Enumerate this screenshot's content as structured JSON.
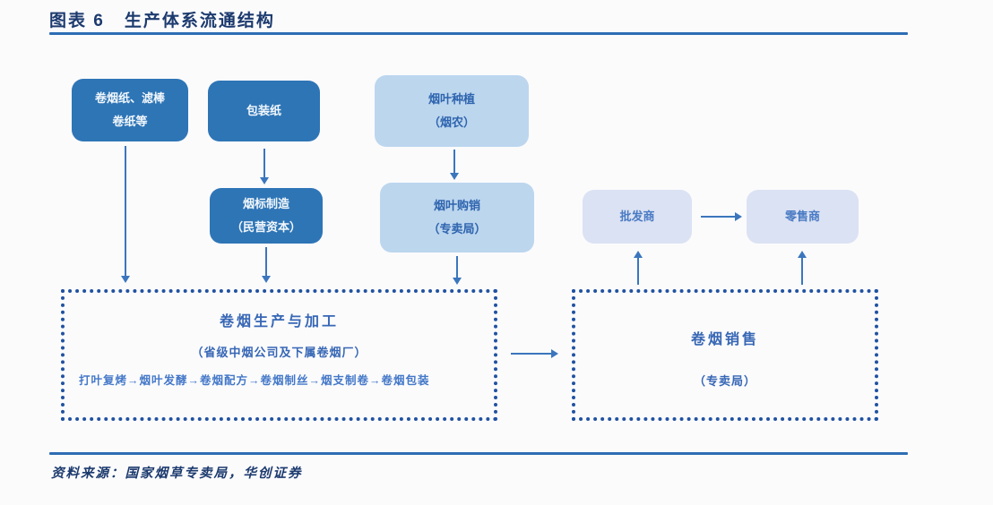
{
  "header": {
    "tag": "图表 6",
    "title": "生产体系流通结构"
  },
  "nodes": {
    "materials": {
      "line1": "卷烟纸、滤棒",
      "line2": "卷纸等"
    },
    "packaging": {
      "label": "包装纸"
    },
    "planting": {
      "line1": "烟叶种植",
      "line2": "（烟农）"
    },
    "label_mfg": {
      "line1": "烟标制造",
      "line2": "（民营资本）"
    },
    "leaf_trade": {
      "line1": "烟叶购销",
      "line2": "（专卖局）"
    },
    "wholesaler": {
      "label": "批发商"
    },
    "retailer": {
      "label": "零售商"
    },
    "production": {
      "title": "卷烟生产与加工",
      "subtitle": "（省级中烟公司及下属卷烟厂）",
      "process": "打叶复烤→烟叶发酵→卷烟配方→卷烟制丝→烟支制卷→卷烟包装"
    },
    "sales": {
      "title": "卷烟销售",
      "subtitle": "（专卖局）"
    }
  },
  "footer": {
    "source": "资料来源：国家烟草专卖局，华创证券"
  },
  "colors": {
    "dark_box": "#2e75b6",
    "light_box": "#bcd6ee",
    "pale_box": "#dbe2f3",
    "title_navy": "#1c3a6e",
    "rule_blue": "#2e6db4",
    "dashed_border": "#2152a0",
    "arrow_blue": "#3b76bd",
    "process_text": "#4478c8",
    "background": "#fbfbfc"
  }
}
